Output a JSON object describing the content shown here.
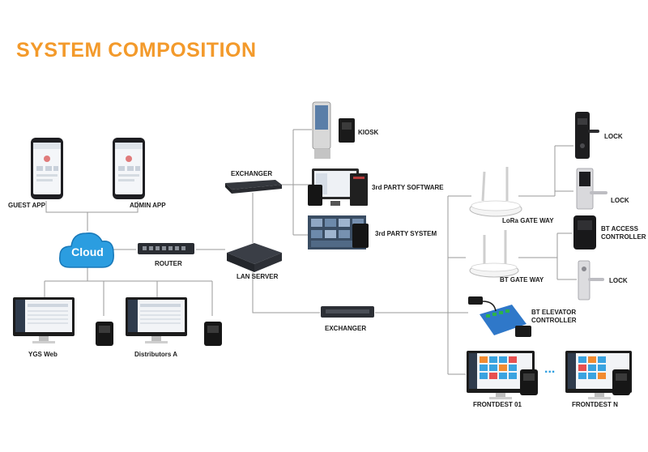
{
  "title": "SYSTEM COMPOSITION",
  "colors": {
    "title": "#f39a2b",
    "cloud_fill": "#2b9de0",
    "connector": "#9a9a9a"
  },
  "nodes": {
    "cloud": "Cloud",
    "guest_app": "GUEST APP",
    "admin_app": "ADMIN APP",
    "router": "ROUTER",
    "lan_server": "LAN SERVER",
    "exchanger_top": "EXCHANGER",
    "exchanger_bottom": "EXCHANGER",
    "kiosk": "KIOSK",
    "third_party_software": "3rd PARTY SOFTWARE",
    "third_party_system": "3rd PARTY SYSTEM",
    "ygs_web": "YGS Web",
    "distributors_a": "Distributors A",
    "lora_gateway": "LoRa GATE WAY",
    "bt_gateway": "BT GATE WAY",
    "lock_1": "LOCK",
    "lock_2": "LOCK",
    "lock_3": "LOCK",
    "bt_access_controller": [
      "BT ACCESS",
      "CONTROLLER"
    ],
    "bt_elevator_controller": [
      "BT ELEVATOR",
      "CONTROLLER"
    ],
    "frontdesk_01": "FRONTDEST 01",
    "frontdesk_n": "FRONTDEST N",
    "ellipsis": "..."
  }
}
